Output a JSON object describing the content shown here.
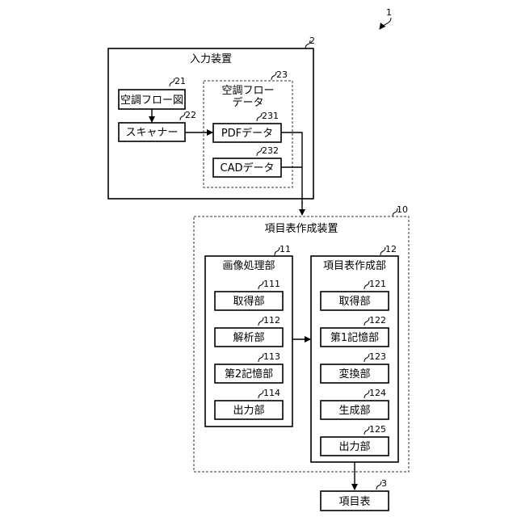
{
  "figure_ref": "1",
  "input_device": {
    "ref": "2",
    "title": "入力装置",
    "drawing": {
      "ref": "21",
      "label": "空調フロー図"
    },
    "scanner": {
      "ref": "22",
      "label": "スキャナー"
    },
    "hvac_data": {
      "ref": "23",
      "title_line1": "空調フロー",
      "title_line2": "データ",
      "pdf": {
        "ref": "231",
        "label": "PDFデータ"
      },
      "cad": {
        "ref": "232",
        "label": "CADデータ"
      }
    }
  },
  "generation_device": {
    "ref": "10",
    "title": "項目表作成装置",
    "image_processing": {
      "ref": "11",
      "title": "画像処理部",
      "units": [
        {
          "ref": "111",
          "label": "取得部"
        },
        {
          "ref": "112",
          "label": "解析部"
        },
        {
          "ref": "113",
          "label": "第2記憶部"
        },
        {
          "ref": "114",
          "label": "出力部"
        }
      ]
    },
    "table_creation": {
      "ref": "12",
      "title": "項目表作成部",
      "units": [
        {
          "ref": "121",
          "label": "取得部"
        },
        {
          "ref": "122",
          "label": "第1記憶部"
        },
        {
          "ref": "123",
          "label": "変換部"
        },
        {
          "ref": "124",
          "label": "生成部"
        },
        {
          "ref": "125",
          "label": "出力部"
        }
      ]
    }
  },
  "output_table": {
    "ref": "3",
    "label": "項目表"
  }
}
